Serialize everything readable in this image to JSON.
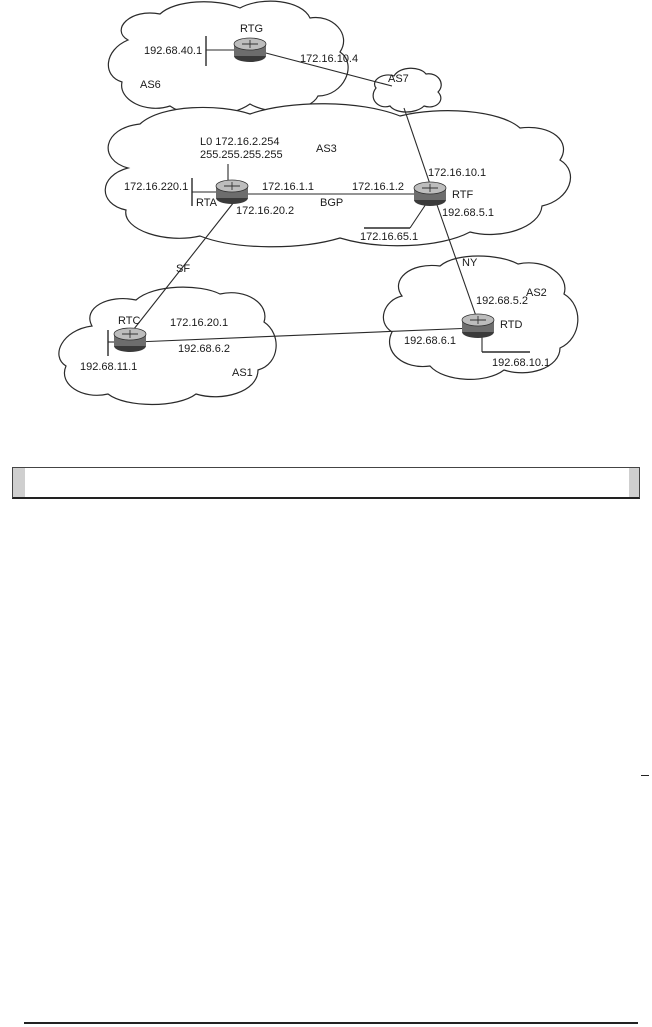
{
  "diagram": {
    "routers": {
      "rtg": "RTG",
      "rta": "RTA",
      "rtf": "RTF",
      "rtc": "RTC",
      "rtd": "RTD"
    },
    "autonomous_systems": {
      "as6": "AS6",
      "as7": "AS7",
      "as3": "AS3",
      "as2": "AS2",
      "as1": "AS1"
    },
    "addresses": {
      "rtg_lan": "192.68.40.1",
      "rtg_as7": "172.16.10.4",
      "rta_loopback": "L0 172.16.2.254",
      "rta_loopback_mask": "255.255.255.255",
      "rta_lan": "172.16.220.1",
      "rta_to_rtf": "172.16.1.1",
      "rtf_to_rta": "172.16.1.2",
      "rtf_as7": "172.16.10.1",
      "rtf_to_rtd": "192.68.5.1",
      "rtf_lan": "172.16.65.1",
      "rta_to_rtc": "172.16.20.2",
      "rtc_to_rta": "172.16.20.1",
      "rtc_to_rtd": "192.68.6.2",
      "rtc_lan": "192.68.11.1",
      "rtd_to_rtf": "192.68.5.2",
      "rtd_to_rtc": "192.68.6.1",
      "rtd_lan": "192.68.10.1"
    },
    "link_labels": {
      "bgp": "BGP",
      "sf": "SF",
      "ny": "NY"
    }
  }
}
